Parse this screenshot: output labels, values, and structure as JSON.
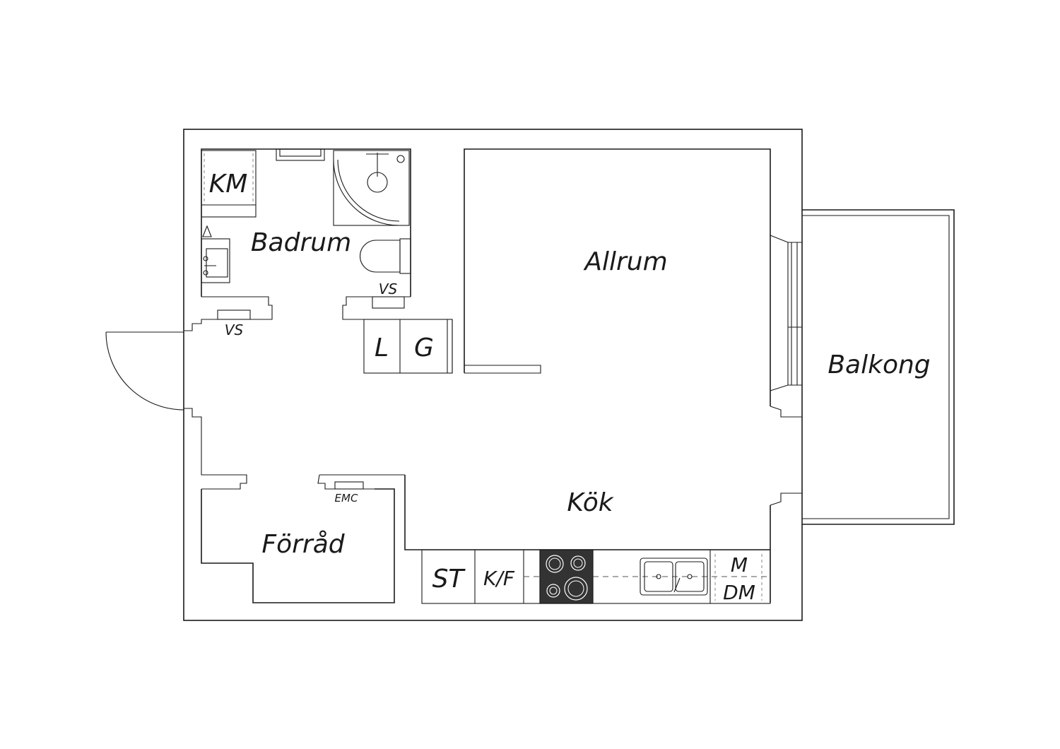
{
  "rooms": {
    "badrum": "Badrum",
    "allrum": "Allrum",
    "balkong": "Balkong",
    "kok": "Kök",
    "forrad": "Förråd"
  },
  "fixtures": {
    "km": "KM",
    "vs_bath": "VS",
    "vs_hall": "VS",
    "l": "L",
    "g": "G",
    "emc": "EMC",
    "st": "ST",
    "kf": "K/F",
    "m": "M",
    "dm": "DM"
  },
  "colors": {
    "line": "#1a1a1a",
    "hob": "#333333",
    "background": "#ffffff"
  }
}
